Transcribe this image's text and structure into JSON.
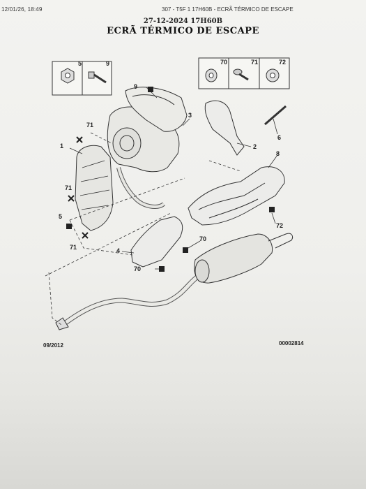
{
  "header": {
    "left_timestamp": "12/01/26, 18:49",
    "right_title": "307 - T5F 1 17H60B - ECRÃ TÉRMICO DE ESCAPE"
  },
  "document": {
    "date_code": "27-12-2024 17H60B",
    "title": "ECRÃ TÉRMICO DE ESCAPE"
  },
  "parts_box_left": {
    "labels": [
      "5",
      "9"
    ]
  },
  "parts_box_right": {
    "labels": [
      "70",
      "71",
      "72"
    ]
  },
  "callouts": {
    "c9": "9",
    "c3": "3",
    "c2": "2",
    "c6": "6",
    "c71a": "71",
    "c1": "1",
    "c71b": "71",
    "c5": "5",
    "c71c": "71",
    "c8": "8",
    "c72": "72",
    "c70a": "70",
    "c4": "4",
    "c70b": "70"
  },
  "footer": {
    "edition": "09/2012",
    "reference": "00002814"
  },
  "colors": {
    "ink": "#222222",
    "paper": "#f1f1ee"
  }
}
